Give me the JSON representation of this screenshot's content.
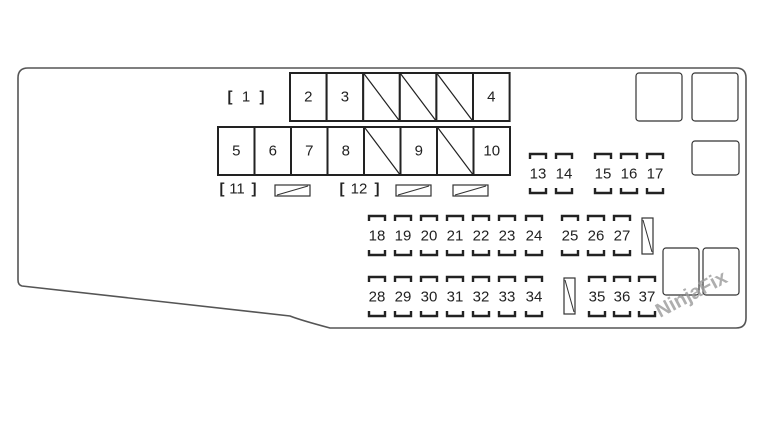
{
  "diagram": {
    "bracket_labels": {
      "b1": "1",
      "b11": "11",
      "b12": "12"
    },
    "relays_row1": [
      "2",
      "3",
      "",
      "",
      "",
      "4"
    ],
    "relays_row2": [
      "5",
      "6",
      "7",
      "8",
      "",
      "9",
      "",
      "10"
    ],
    "fuses_top": [
      "13",
      "14",
      "15",
      "16",
      "17"
    ],
    "fuses_mid": [
      "18",
      "19",
      "20",
      "21",
      "22",
      "23",
      "24",
      "25",
      "26",
      "27"
    ],
    "fuses_bottom": [
      "28",
      "29",
      "30",
      "31",
      "32",
      "33",
      "34",
      "35",
      "36",
      "37"
    ],
    "watermark": "NinjaFix"
  }
}
